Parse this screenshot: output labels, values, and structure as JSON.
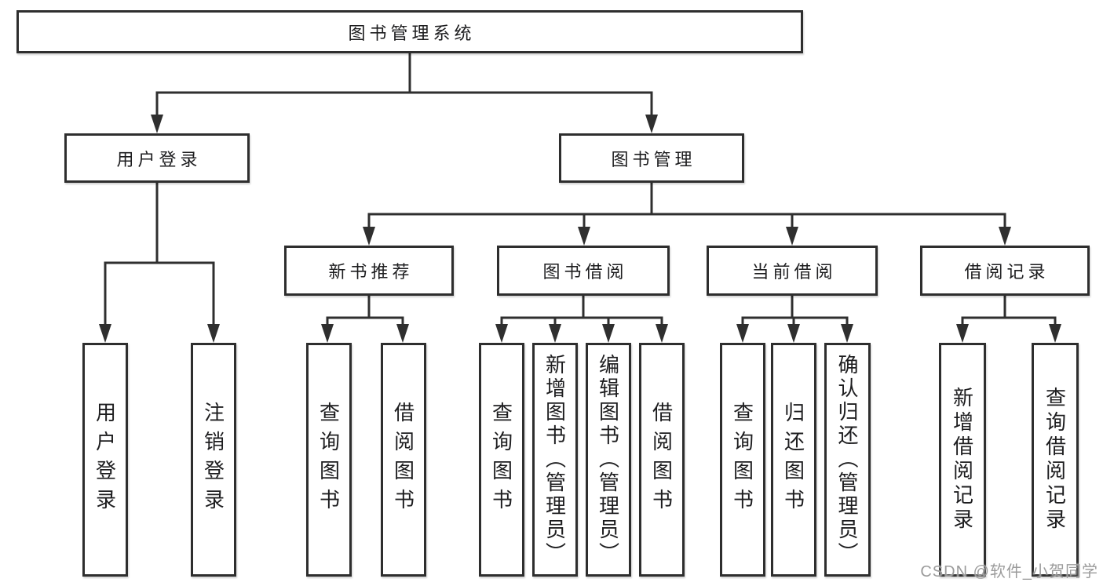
{
  "diagram": {
    "root": {
      "label": "图书管理系统"
    },
    "branches": [
      {
        "label": "用户登录",
        "children": [
          {
            "label": "用户登录"
          },
          {
            "label": "注销登录"
          }
        ]
      },
      {
        "label": "图书管理",
        "children": [
          {
            "label": "新书推荐",
            "children": [
              {
                "label": "查询图书"
              },
              {
                "label": "借阅图书"
              }
            ]
          },
          {
            "label": "图书借阅",
            "children": [
              {
                "label": "查询图书"
              },
              {
                "label": "新增图书（管理员）"
              },
              {
                "label": "编辑图书（管理员）"
              },
              {
                "label": "借阅图书"
              }
            ]
          },
          {
            "label": "当前借阅",
            "children": [
              {
                "label": "查询图书"
              },
              {
                "label": "归还图书"
              },
              {
                "label": "确认归还（管理员）"
              }
            ]
          },
          {
            "label": "借阅记录",
            "children": [
              {
                "label": "新增借阅记录"
              },
              {
                "label": "查询借阅记录"
              }
            ]
          }
        ]
      }
    ]
  },
  "watermark": {
    "text": "CSDN @软件_小贺同学",
    "color": "#9b9b9b"
  },
  "colors": {
    "line": "#2f2f2f",
    "box_border": "#2e2e2e",
    "box_fill": "#ffffff",
    "text": "#1d1d1f",
    "background": "#ffffff"
  }
}
